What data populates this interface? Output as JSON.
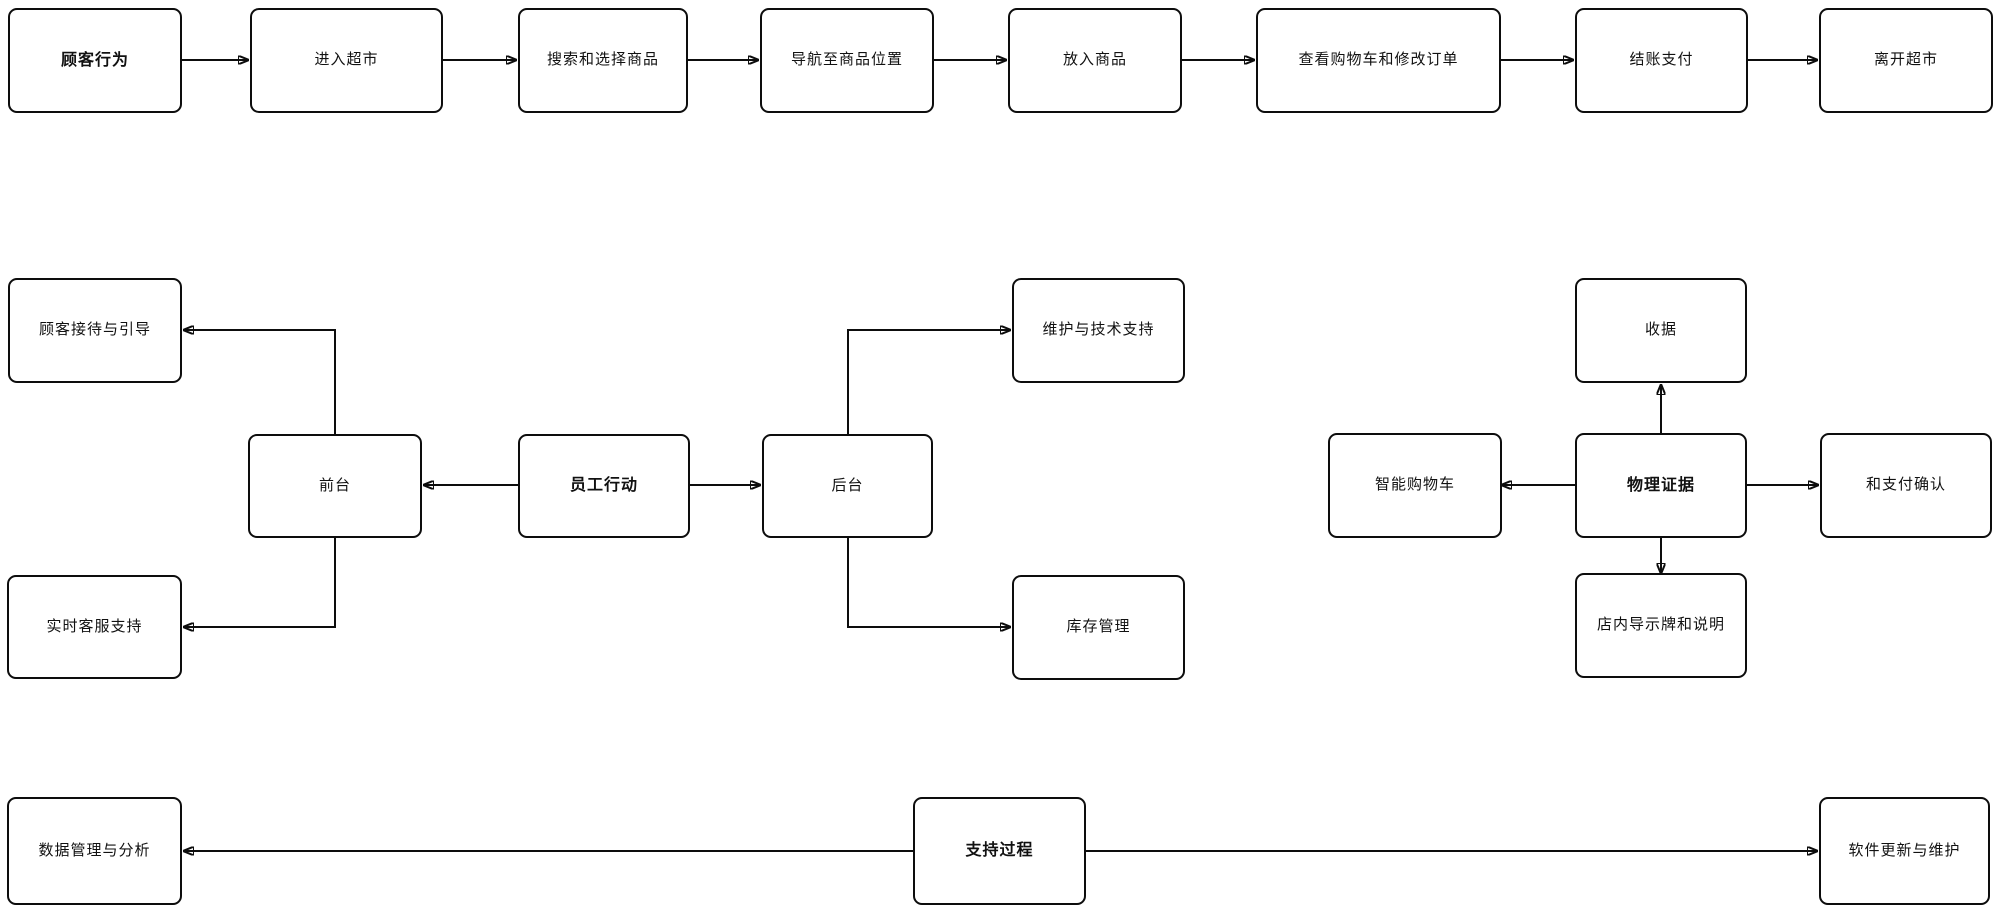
{
  "diagram": {
    "type": "flowchart",
    "colors": {
      "background": "#ffffff",
      "node_fill": "#ffffff",
      "node_border": "#0d0d0d",
      "text": "#111111",
      "connector": "#0d0d0d"
    }
  },
  "nodes": {
    "customer_behavior": {
      "label": "顾客行为",
      "emphasis": "bold"
    },
    "enter_supermarket": {
      "label": "进入超市"
    },
    "search_select_products": {
      "label": "搜索和选择商品"
    },
    "navigate_to_product": {
      "label": "导航至商品位置"
    },
    "add_products": {
      "label": "放入商品"
    },
    "view_cart_modify_order": {
      "label": "查看购物车和修改订单"
    },
    "checkout_payment": {
      "label": "结账支付"
    },
    "leave_supermarket": {
      "label": "离开超市"
    },
    "customer_reception": {
      "label": "顾客接待与引导"
    },
    "front_stage": {
      "label": "前台"
    },
    "employee_actions": {
      "label": "员工行动",
      "emphasis": "bold"
    },
    "back_stage": {
      "label": "后台"
    },
    "maintenance_tech_support": {
      "label": "维护与技术支持"
    },
    "inventory_management": {
      "label": "库存管理"
    },
    "realtime_customer_service": {
      "label": "实时客服支持"
    },
    "receipt": {
      "label": "收据"
    },
    "smart_shopping_cart": {
      "label": "智能购物车"
    },
    "physical_evidence": {
      "label": "物理证据",
      "emphasis": "bold"
    },
    "payment_confirmation": {
      "label": "和支付确认"
    },
    "in_store_signage": {
      "label": "店内导示牌和说明"
    },
    "data_management_analysis": {
      "label": "数据管理与分析"
    },
    "support_process": {
      "label": "支持过程",
      "emphasis": "bold"
    },
    "software_update_maintenance": {
      "label": "软件更新与维护"
    }
  },
  "edges": [
    {
      "from": "customer_behavior",
      "to": "enter_supermarket"
    },
    {
      "from": "enter_supermarket",
      "to": "search_select_products"
    },
    {
      "from": "search_select_products",
      "to": "navigate_to_product"
    },
    {
      "from": "navigate_to_product",
      "to": "add_products"
    },
    {
      "from": "add_products",
      "to": "view_cart_modify_order"
    },
    {
      "from": "view_cart_modify_order",
      "to": "checkout_payment"
    },
    {
      "from": "checkout_payment",
      "to": "leave_supermarket"
    },
    {
      "from": "employee_actions",
      "to": "front_stage"
    },
    {
      "from": "employee_actions",
      "to": "back_stage"
    },
    {
      "from": "front_stage",
      "to": "customer_reception"
    },
    {
      "from": "front_stage",
      "to": "realtime_customer_service"
    },
    {
      "from": "back_stage",
      "to": "maintenance_tech_support"
    },
    {
      "from": "back_stage",
      "to": "inventory_management"
    },
    {
      "from": "physical_evidence",
      "to": "receipt"
    },
    {
      "from": "physical_evidence",
      "to": "smart_shopping_cart"
    },
    {
      "from": "physical_evidence",
      "to": "payment_confirmation"
    },
    {
      "from": "physical_evidence",
      "to": "in_store_signage"
    },
    {
      "from": "support_process",
      "to": "data_management_analysis"
    },
    {
      "from": "support_process",
      "to": "software_update_maintenance"
    }
  ]
}
